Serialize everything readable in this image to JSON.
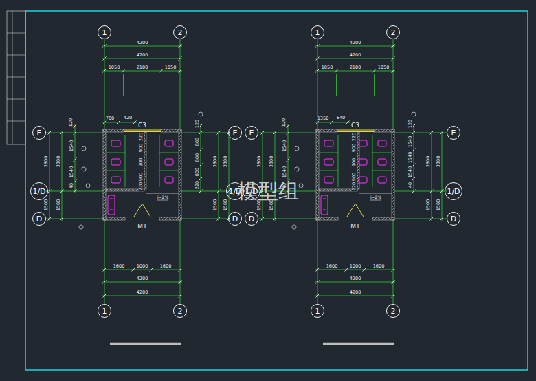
{
  "diagram": {
    "nodes": [
      {
        "text": [
          "1"
        ]
      },
      {
        "text": [
          "2"
        ]
      },
      {
        "text": [
          "1"
        ]
      },
      {
        "text": [
          "2"
        ]
      },
      {
        "text": [
          "E"
        ]
      },
      {
        "text": [
          "E"
        ]
      },
      {
        "text": [
          "E"
        ]
      },
      {
        "text": [
          "E"
        ]
      },
      {
        "text": [
          "1/D"
        ]
      },
      {
        "text": [
          "1/D"
        ]
      },
      {
        "text": [
          "1/D"
        ]
      },
      {
        "text": [
          "1/D"
        ]
      },
      {
        "text": [
          "D"
        ]
      },
      {
        "text": [
          "D"
        ]
      },
      {
        "text": [
          "D"
        ]
      },
      {
        "text": [
          "D"
        ]
      },
      {
        "text": [
          "1"
        ]
      },
      {
        "text": [
          "2"
        ]
      },
      {
        "text": [
          "1"
        ]
      },
      {
        "text": [
          "2"
        ]
      }
    ],
    "labels": [
      "4200",
      "4200",
      "1050",
      "2100",
      "1050",
      "780",
      "420",
      "C3",
      "120",
      "1540",
      "1540",
      "40",
      "3300",
      "1500",
      "3300",
      "1500",
      "220",
      "900",
      "900",
      "900",
      "220",
      "120",
      "800",
      "800",
      "800",
      "220",
      "3300",
      "1500",
      "3300",
      "1500",
      "i=2%",
      "M1",
      "1600",
      "1000",
      "1600",
      "4200",
      "4200",
      "4200",
      "4200",
      "1050",
      "2100",
      "1050",
      "1350",
      "640",
      "C3",
      "120",
      "1540",
      "1540",
      "40",
      "3300",
      "1500",
      "3300",
      "1500",
      "220",
      "900",
      "900",
      "900",
      "220",
      "120",
      "1540",
      "1540",
      "1540",
      "40",
      "3300",
      "1500",
      "3300",
      "1500",
      "i=2%",
      "M1",
      "1600",
      "1000",
      "1600",
      "4200",
      "4200",
      "模型组"
    ]
  }
}
